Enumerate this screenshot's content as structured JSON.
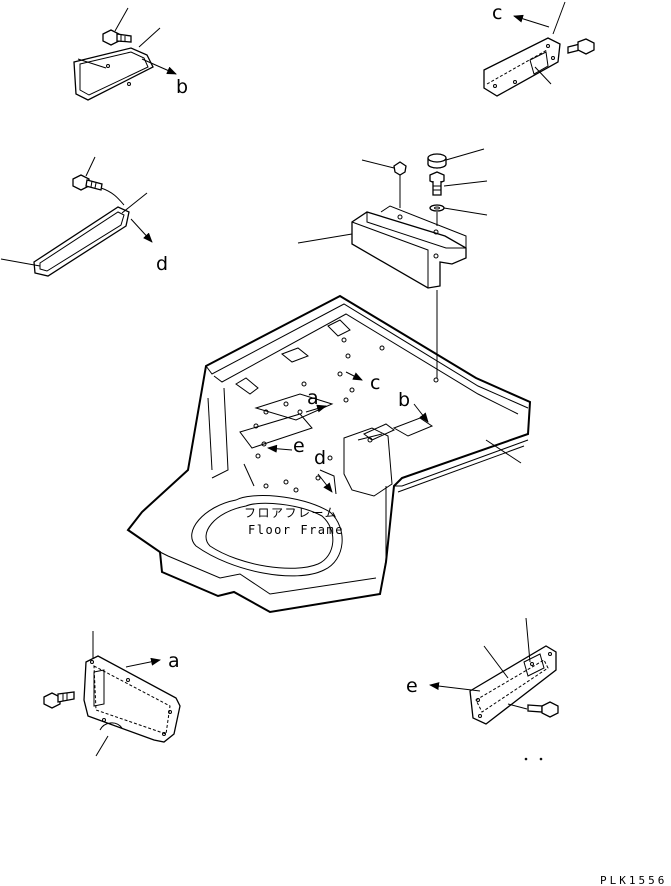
{
  "caption": {
    "japanese": "フロアフレーム",
    "english": "Floor Frame"
  },
  "drawing_code": "PLK1556",
  "view_letters": {
    "a": "a",
    "b": "b",
    "c": "c",
    "d": "d",
    "e": "e"
  }
}
